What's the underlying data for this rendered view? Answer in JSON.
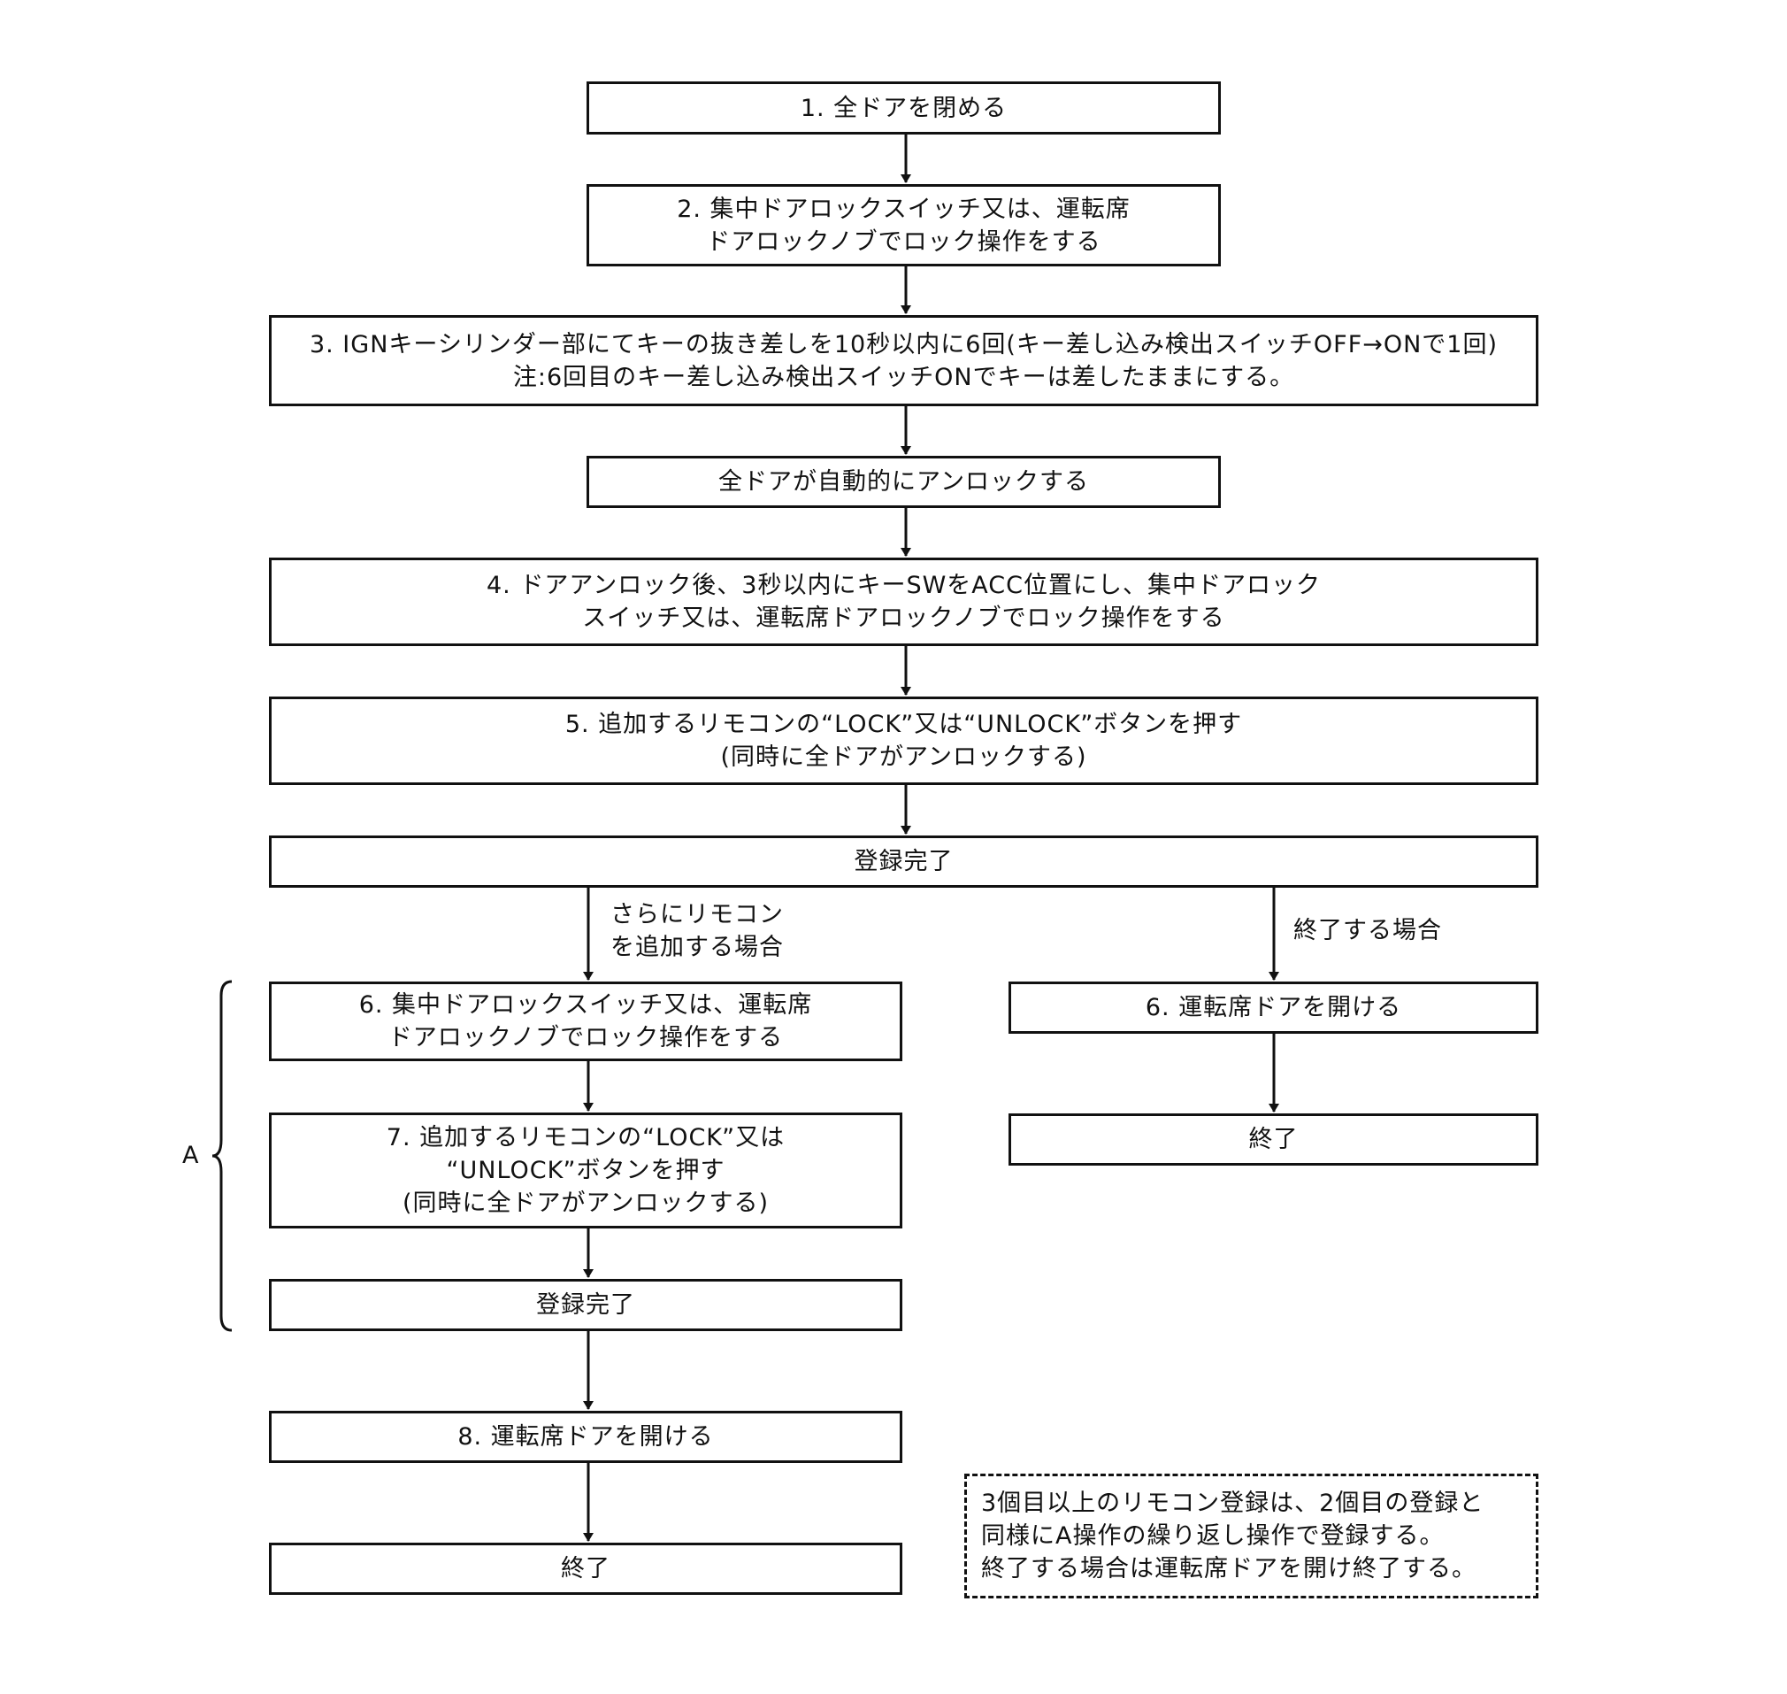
{
  "steps": {
    "s1": "1. 全ドアを閉める",
    "s2": [
      "2. 集中ドアロックスイッチ又は、運転席",
      "ドアロックノブでロック操作をする"
    ],
    "s3": [
      "3. IGNキーシリンダー部にてキーの抜き差しを10秒以内に6回(キー差し込み検出スイッチOFF→ONで1回)",
      "注:6回目のキー差し込み検出スイッチONでキーは差したままにする。"
    ],
    "auto_unlock": "全ドアが自動的にアンロックする",
    "s4": [
      "4. ドアアンロック後、3秒以内にキーSWをACC位置にし、集中ドアロック",
      "スイッチ又は、運転席ドアロックノブでロック操作をする"
    ],
    "s5": [
      "5. 追加するリモコンの“LOCK”又は“UNLOCK”ボタンを押す",
      "(同時に全ドアがアンロックする)"
    ],
    "complete1": "登録完了",
    "s6_left": [
      "6. 集中ドアロックスイッチ又は、運転席",
      "ドアロックノブでロック操作をする"
    ],
    "s7": [
      "7. 追加するリモコンの“LOCK”又は",
      "“UNLOCK”ボタンを押す",
      "(同時に全ドアがアンロックする)"
    ],
    "complete2": "登録完了",
    "s8": "8. 運転席ドアを開ける",
    "end_left": "終了",
    "s6_right": "6. 運転席ドアを開ける",
    "end_right": "終了"
  },
  "labels": {
    "branch_add": [
      "さらにリモコン",
      "を追加する場合"
    ],
    "branch_end": "終了する場合",
    "group_a": "A"
  },
  "note": [
    "3個目以上のリモコン登録は、2個目の登録と",
    "同様にA操作の繰り返し操作で登録する。",
    "終了する場合は運転席ドアを開け終了する。"
  ]
}
